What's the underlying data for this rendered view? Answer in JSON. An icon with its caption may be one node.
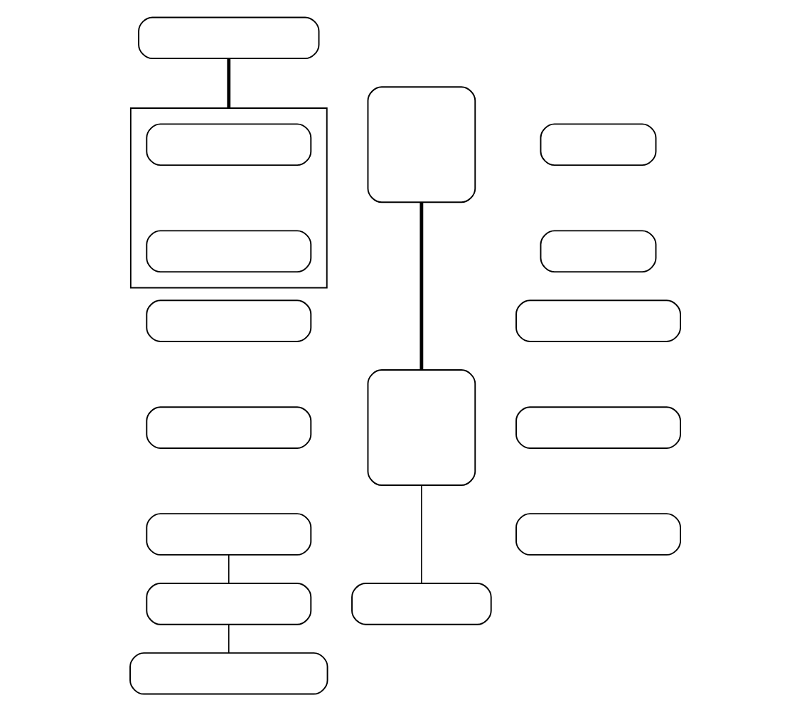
{
  "diagram": {
    "nodes": [
      {
        "text": [],
        "shape": "pill"
      },
      {
        "text": [],
        "shape": "box"
      },
      {
        "text": [],
        "shape": "pill",
        "in": 1
      },
      {
        "text": [],
        "shape": "pill",
        "in": 1
      },
      {
        "text": [],
        "shape": "box"
      },
      {
        "text": [],
        "shape": "pill"
      },
      {
        "text": [],
        "shape": "pill"
      },
      {
        "text": [],
        "shape": "pill"
      },
      {
        "text": [],
        "shape": "pill"
      },
      {
        "text": [],
        "shape": "box"
      },
      {
        "text": [],
        "shape": "pill"
      },
      {
        "text": [],
        "shape": "pill"
      },
      {
        "text": [],
        "shape": "pill"
      },
      {
        "text": [],
        "shape": "pill"
      },
      {
        "text": [],
        "shape": "pill"
      },
      {
        "text": [],
        "shape": "pill"
      },
      {
        "text": [],
        "shape": "pill"
      }
    ],
    "edges": [
      {
        "from": 0,
        "to": 1,
        "arrow": "none",
        "style": "thick"
      },
      {
        "from": 4,
        "to": 9,
        "arrow": "none",
        "style": "thick"
      },
      {
        "from": 9,
        "to": 14,
        "arrow": "none"
      },
      {
        "from": 12,
        "to": 15,
        "arrow": "none"
      },
      {
        "from": 15,
        "to": 16,
        "arrow": "none"
      }
    ]
  }
}
